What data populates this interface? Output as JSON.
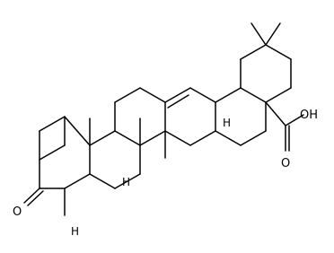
{
  "molecule": {
    "atom_labels": {
      "oxygen_ketone": "O",
      "hydroxyl": "OH",
      "oxygen_carbonyl": "O",
      "h_a": "H",
      "h_b": "H",
      "h_c": "H"
    }
  }
}
